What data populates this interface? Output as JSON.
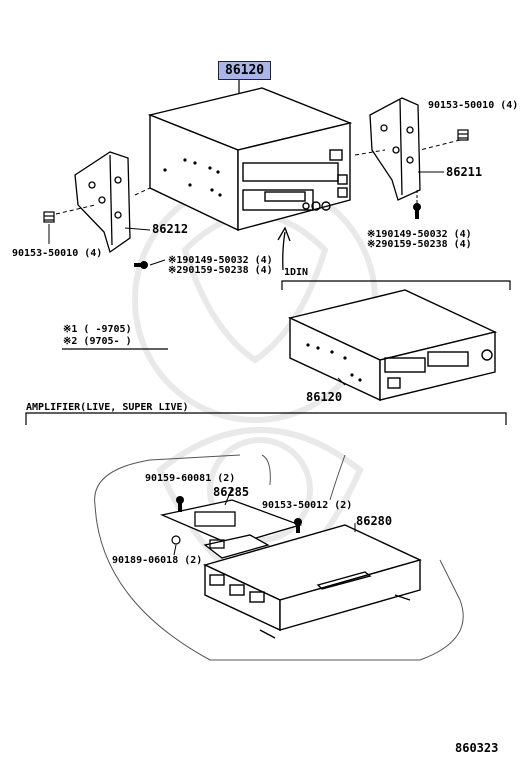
{
  "highlighted_part": "86120",
  "labels": {
    "screw_right": "90153-50010 (4)",
    "bracket_right": "86211",
    "bracket_left": "86212",
    "screw_left": "90153-50010 (4)",
    "right_note_1": "※190149-50032 (4)",
    "right_note_2": "※290159-50238 (4)",
    "center_note_1": "※190149-50032 (4)",
    "center_note_2": "※290159-50238 (4)",
    "din": "1DIN",
    "legend_1": "※1 (      -9705)",
    "legend_2": "※2 (9705-        )",
    "radio_1din": "86120",
    "amplifier_header": "AMPLIFIER(LIVE, SUPER LIVE)",
    "amp_screw_top": "90159-60081 (2)",
    "amp_bracket": "86285",
    "amp_screw_right": "90153-50012 (2)",
    "amplifier": "86280",
    "amp_clip": "90189-06018 (2)",
    "page_code": "860323"
  },
  "colors": {
    "highlight": "#a9b6ea",
    "line": "#000000",
    "watermark": "#e6e6e6"
  }
}
